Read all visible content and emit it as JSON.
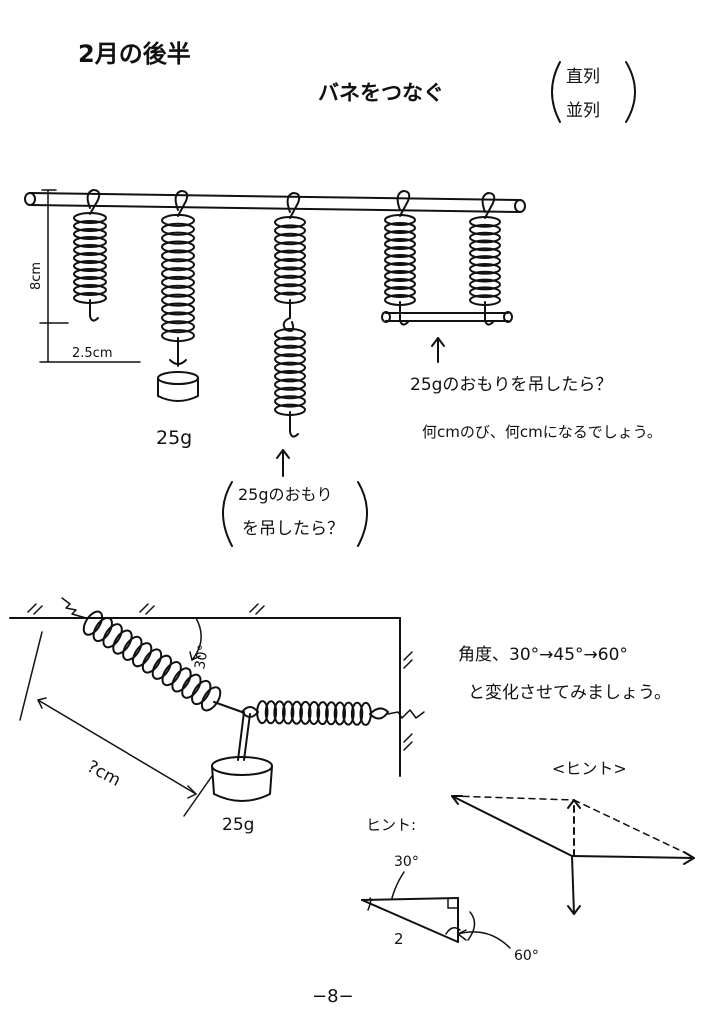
{
  "header": {
    "date_title": "2月の後半",
    "topic": "バネをつなぐ",
    "mode_series": "直列",
    "mode_parallel": "並列"
  },
  "springs": {
    "natural_length_label": "8cm",
    "stretch_label": "2.5cm",
    "weight_label_single": "25g",
    "question_series_line1": "25gのおもり",
    "question_series_line2": "を吊したら？",
    "question_parallel_line1": "25gのおもりを吊したら？",
    "question_parallel_line2": "何cmのび、何cmになるでしょう。"
  },
  "angle_experiment": {
    "angle_label": "30°",
    "length_question": "?cm",
    "weight_label": "25g",
    "instruction_line1": "角度、30°→45°→60°",
    "instruction_line2": "と変化させてみましょう。"
  },
  "hints": {
    "hint_title": "<ヒント>",
    "hint_label": "ヒント:",
    "triangle_angle_top": "30°",
    "triangle_side": "2",
    "triangle_angle_bottom": "60°"
  },
  "footer": {
    "page_number": "−8−"
  }
}
